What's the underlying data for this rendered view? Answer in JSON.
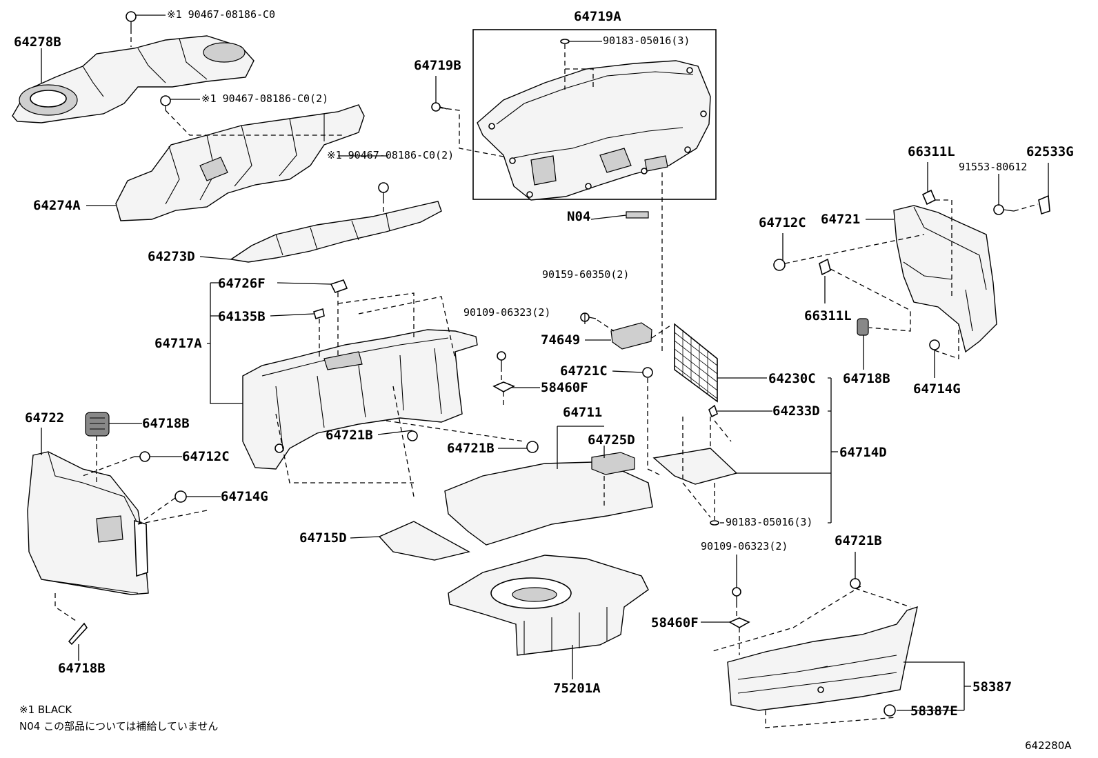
{
  "diagram_id": "642280A",
  "labels": {
    "p64278B": "64278B",
    "p64274A": "64274A",
    "p64273D": "64273D",
    "p64726F": "64726F",
    "p64135B": "64135B",
    "p64717A": "64717A",
    "p64722": "64722",
    "p64718B_a": "64718B",
    "p64712C_a": "64712C",
    "p64714G_a": "64714G",
    "p64721B_a": "64721B",
    "p64721B_b": "64721B",
    "p64715D": "64715D",
    "p64718B_b": "64718B",
    "p64719A": "64719A",
    "p64719B": "64719B",
    "pN04": "N04",
    "p90109_a": "90109-06323(2)",
    "p58460F_a": "58460F",
    "p90159": "90159-60350(2)",
    "p74649": "74649",
    "p64721C": "64721C",
    "p64711": "64711",
    "p64725D": "64725D",
    "p75201A": "75201A",
    "p90183_a": "90183-05016(3)",
    "p64230C": "64230C",
    "p64233D": "64233D",
    "p64714D": "64714D",
    "p90183_b": "90183-05016(3)",
    "p90109_b": "90109-06323(2)",
    "p64721B_c": "64721B",
    "p58460F_b": "58460F",
    "p58387": "58387",
    "p58387E": "58387E",
    "p66311L_a": "66311L",
    "p62533G": "62533G",
    "p91553": "91553-80612",
    "p64712C_b": "64712C",
    "p64721": "64721",
    "p66311L_b": "66311L",
    "p64718B_c": "64718B",
    "p64714G_b": "64714G",
    "clip1": "※1 90467-08186-C0",
    "clip2": "※1 90467-08186-C0(2)",
    "clip3": "※1 90467-08186-C0(2)"
  },
  "notes": {
    "note1": "※1 BLACK",
    "note2": "N04 この部品については補給していません"
  }
}
